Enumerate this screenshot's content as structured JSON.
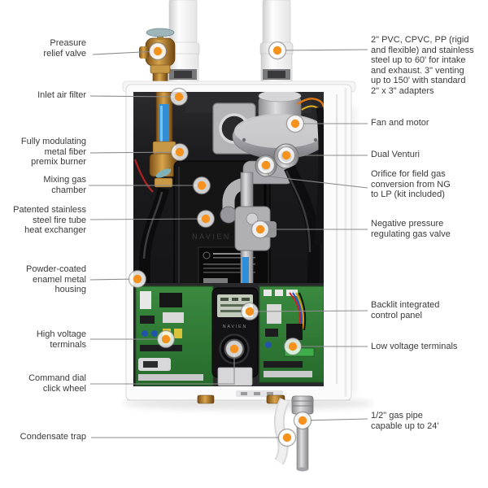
{
  "figure": {
    "type": "product-callout-diagram",
    "subject": "Tankless gas water heater cutaway with labeled components",
    "brand_text": "NAVIEN",
    "marker_color": "#F5921E",
    "leader_line_color": "#8C8C8C",
    "label_text_color": "#3A3A3A"
  },
  "labels": {
    "left": [
      {
        "id": "pressure-relief-valve",
        "text": "Preasure\nrelief valve"
      },
      {
        "id": "inlet-air-filter",
        "text": "Inlet air filter"
      },
      {
        "id": "premix-burner",
        "text": "Fully modulating\nmetal fiber\npremix burner"
      },
      {
        "id": "mixing-gas-chamber",
        "text": "Mixing gas\nchamber"
      },
      {
        "id": "heat-exchanger",
        "text": "Patented stainless\nsteel fire tube\nheat exchanger"
      },
      {
        "id": "metal-housing",
        "text": "Powder-coated\nenamel metal\nhousing"
      },
      {
        "id": "high-voltage-terminals",
        "text": "High voltage\nterminals"
      },
      {
        "id": "command-dial",
        "text": "Command dial\nclick wheel"
      },
      {
        "id": "condensate-trap",
        "text": "Condensate trap"
      }
    ],
    "right": [
      {
        "id": "venting",
        "text": "2\" PVC, CPVC, PP (rigid\nand flexible) and stainless\nsteel up to 60' for intake\nand exhaust. 3\" venting\nup to 150' with standard\n2\" x 3\" adapters"
      },
      {
        "id": "fan-and-motor",
        "text": "Fan and motor"
      },
      {
        "id": "dual-venturi",
        "text": "Dual Venturi"
      },
      {
        "id": "gas-orifice",
        "text": "Orifice for field gas\nconversion from NG\nto LP (kit included)"
      },
      {
        "id": "gas-valve",
        "text": "Negative pressure\nregulating gas valve"
      },
      {
        "id": "control-panel",
        "text": "Backlit integrated\ncontrol panel"
      },
      {
        "id": "low-voltage-terminals",
        "text": "Low voltage terminals"
      },
      {
        "id": "gas-pipe",
        "text": "1/2\" gas pipe\ncapable up to 24'"
      }
    ]
  }
}
